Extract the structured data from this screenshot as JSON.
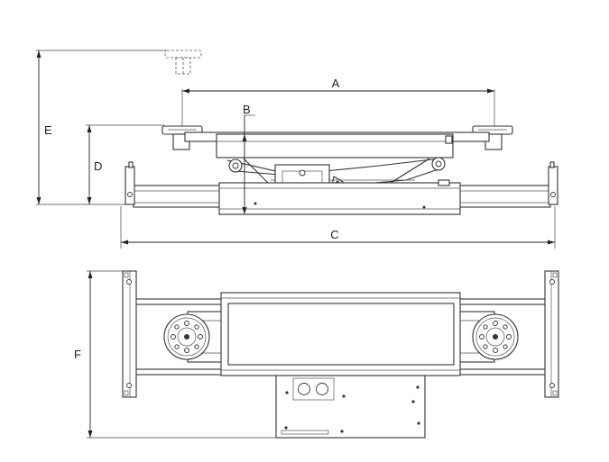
{
  "dimension_labels": {
    "a": "A",
    "b": "B",
    "c": "C",
    "d": "D",
    "e": "E",
    "f": "F"
  },
  "colors": {
    "line": "#333333",
    "background": "#ffffff"
  }
}
